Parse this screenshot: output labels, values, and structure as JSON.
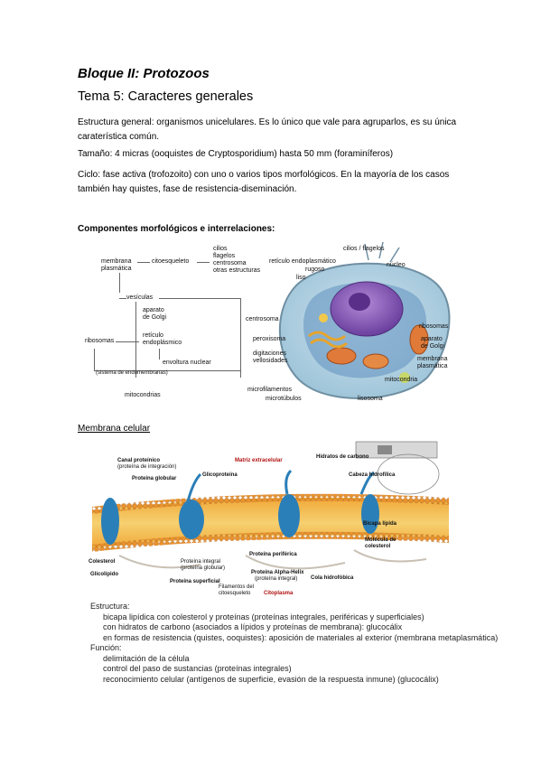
{
  "heading": {
    "block_title": "Bloque II: Protozoos",
    "topic_title": "Tema 5: Caracteres generales"
  },
  "paragraphs": {
    "estructura": "Estructura general: organismos unicelulares. Es lo único que vale para agruparlos, es su única",
    "estructura_2": "caraterística común.",
    "tamano": "Tamaño: 4 micras (ooquistes de Cryptosporidium) hasta 50 mm (foraminíferos)",
    "ciclo": "Ciclo: fase activa (trofozoito) con uno o varios tipos morfológicos. En la mayoría de los casos",
    "ciclo_2": "también hay quistes, fase de resistencia-diseminación."
  },
  "section_components": "Componentes morfológicos e interrelaciones:",
  "section_membrane": "Membrana celular",
  "schema": {
    "membrana": "membrana",
    "plasmatica": "plasmática",
    "citoesqueleto": "citoesqueleto",
    "cilios": "cilios",
    "flagelos": "flagelos",
    "centrosoma": "centrosoma",
    "otras": "otras estructuras",
    "vesiculas": "vesículas",
    "aparato": "aparato",
    "de_golgi": "de Golgi",
    "reticulo": "retículo",
    "endoplasmico": "endoplásmico",
    "ribosomas": "ribosomas",
    "envoltura": "envoltura nuclear",
    "sistema": "(sistema de endomembranas)",
    "mitocondrias": "mitocondrias"
  },
  "cell": {
    "cilios_flagelos": "cilios / flagelos",
    "reticulo": "retículo endoplasmático",
    "rugoso": "rugoso",
    "liso": "liso",
    "nucleo": "núcleo",
    "centrosoma": "centrosoma",
    "ribosomas": "ribosomas",
    "peroxisoma": "peroxisoma",
    "aparato": "aparato",
    "de_golgi": "de Golgi",
    "digitaciones": "digitaciones",
    "vellosidades": "vellosidades",
    "membrana": "membrana",
    "plasmatica": "plasmática",
    "mitocondria": "mitocondria",
    "microfilamentos": "microfilamentos",
    "microtubulos": "microtúbulos",
    "lisosoma": "lisosoma"
  },
  "membrane_fig": {
    "canal": "Canal proteínico",
    "canal_sub": "(proteína de integración)",
    "proteina_globular": "Proteína globular",
    "glicoproteina": "Glicoproteína",
    "matriz": "Matriz extracelular",
    "hidratos": "Hidratos de carbono",
    "cabeza": "Cabeza hidrofílica",
    "bicapa": "Bicapa lípida",
    "molecula": "Molécula de",
    "colesterol_mol": "colesterol",
    "colesterol": "Colesterol",
    "glicolipido": "Glicolípido",
    "prot_integral": "Proteína integral",
    "prot_integral_sub": "(proteína globular)",
    "prot_periferica": "Proteína periférica",
    "prot_alpha": "Proteína Alpha-Helix",
    "prot_alpha_sub": "(proteína integral)",
    "prot_superficie": "Proteína superficial",
    "cola": "Cola hidrofóbica",
    "filamentos": "Filamentos del",
    "filamentos_2": "citoesqueleto",
    "citoplasma": "Citoplasma"
  },
  "structure_text": {
    "estructura": "Estructura:",
    "l1": "bicapa lipídica con colesterol y proteínas (proteínas integrales, periféricas y superficiales)",
    "l2": "con hidratos de carbono (asociados a lípidos y proteínas de membrana): glucocálix",
    "l3": "en formas de resistencia (quistes, ooquistes): aposición de materiales al exterior (membrana metaplasmática)",
    "funcion": "Función:",
    "f1": "delimitación de la célula",
    "f2": "control del paso de sustancias (proteínas integrales)",
    "f3": "reconocimiento celular (antígenos de superficie, evasión de la respuesta inmune) (glucocálix)"
  }
}
